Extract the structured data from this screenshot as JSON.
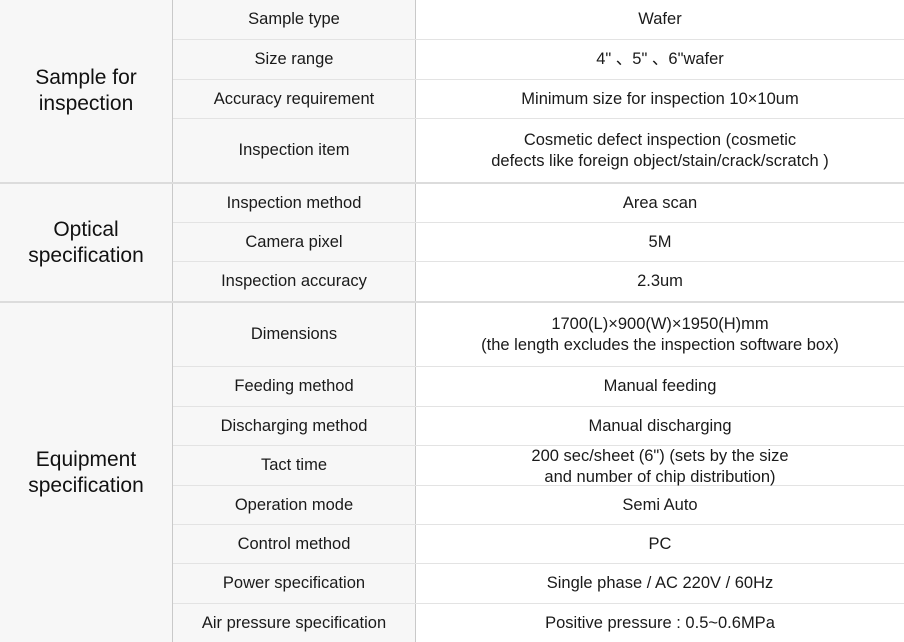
{
  "document": {
    "title": "Equipment specification sheet",
    "colors": {
      "label_background": "#f7f7f7",
      "value_background": "#ffffff",
      "row_border": "#e3e3e3",
      "column_border": "#c9c9c9",
      "section_border": "#dcdcdc",
      "text": "#1a1a1a"
    }
  },
  "sections": [
    {
      "group": "Sample for inspection",
      "rows": [
        {
          "parameter": "Sample type",
          "value": "Wafer"
        },
        {
          "parameter": "Size range",
          "value": "4\" 、5\" 、6\"wafer"
        },
        {
          "parameter": "Accuracy requirement",
          "value": "Minimum size for inspection 10×10um"
        },
        {
          "parameter": "Inspection item",
          "value": "Cosmetic defect inspection (cosmetic\ndefects like foreign object/stain/crack/scratch )"
        }
      ]
    },
    {
      "group": "Optical specification",
      "rows": [
        {
          "parameter": "Inspection method",
          "value": "Area scan"
        },
        {
          "parameter": "Camera pixel",
          "value": "5M"
        },
        {
          "parameter": "Inspection accuracy",
          "value": "2.3um"
        }
      ]
    },
    {
      "group": "Equipment specification",
      "rows": [
        {
          "parameter": "Dimensions",
          "value": "1700(L)×900(W)×1950(H)mm\n(the length excludes the inspection software box)"
        },
        {
          "parameter": "Feeding method",
          "value": "Manual feeding"
        },
        {
          "parameter": "Discharging method",
          "value": "Manual discharging"
        },
        {
          "parameter": "Tact time",
          "value": "200 sec/sheet (6\") (sets by the size\nand number of chip distribution)"
        },
        {
          "parameter": "Operation mode",
          "value": "Semi Auto"
        },
        {
          "parameter": "Control method",
          "value": "PC"
        },
        {
          "parameter": "Power specification",
          "value": "Single phase / AC 220V / 60Hz"
        },
        {
          "parameter": "Air pressure specification",
          "value": "Positive pressure : 0.5~0.6MPa"
        }
      ]
    }
  ]
}
